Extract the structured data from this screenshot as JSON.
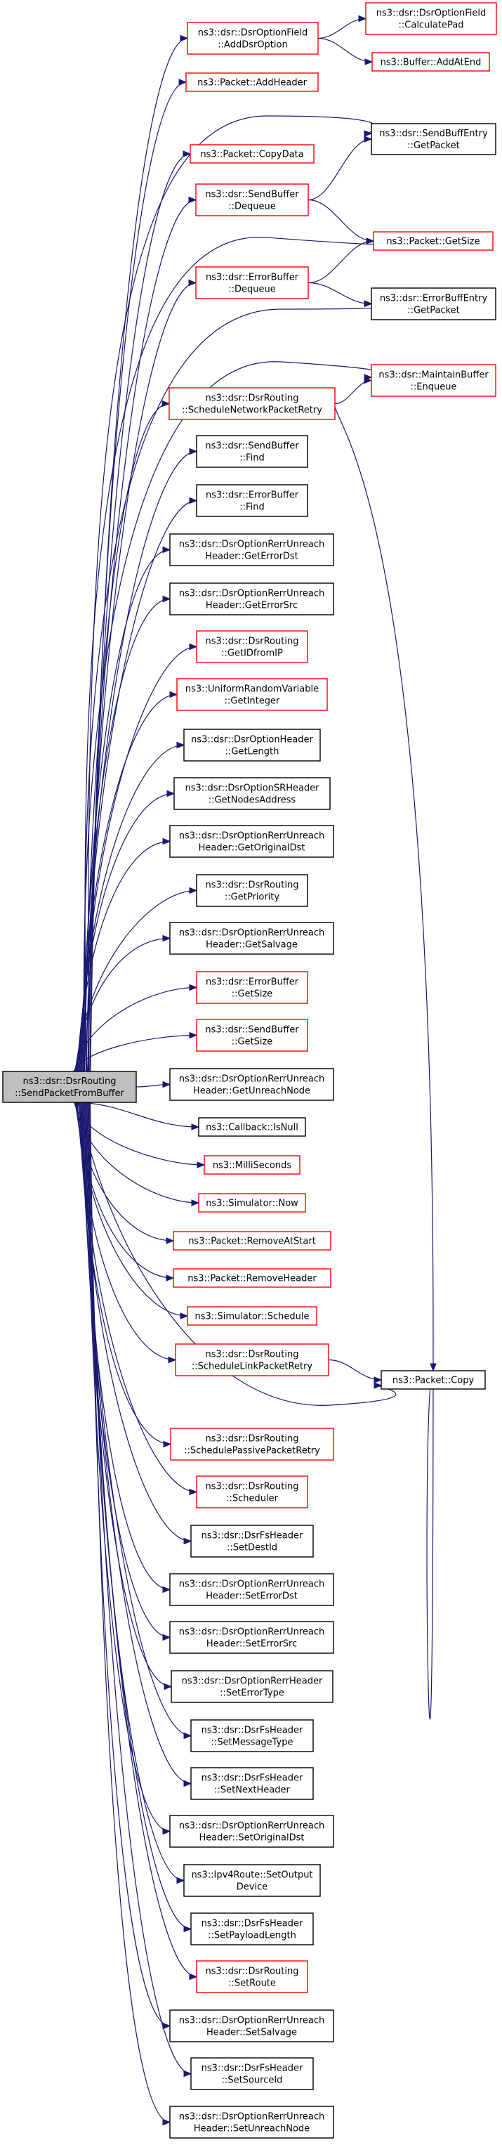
{
  "graph": {
    "root": {
      "id": "root",
      "lines": [
        "ns3::dsr::DsrRouting",
        "::SendPacketFromBuffer"
      ]
    },
    "nodes": [
      {
        "id": "AddDsrOption",
        "lines": [
          "ns3::dsr::DsrOptionField",
          "::AddDsrOption"
        ],
        "border": "red"
      },
      {
        "id": "CalculatePad",
        "lines": [
          "ns3::dsr::DsrOptionField",
          "::CalculatePad"
        ],
        "border": "red"
      },
      {
        "id": "AddAtEnd",
        "lines": [
          "ns3::Buffer::AddAtEnd"
        ],
        "border": "red"
      },
      {
        "id": "AddHeader",
        "lines": [
          "ns3::Packet::AddHeader"
        ],
        "border": "red"
      },
      {
        "id": "SBE_GetPacket",
        "lines": [
          "ns3::dsr::SendBuffEntry",
          "::GetPacket"
        ],
        "border": "black"
      },
      {
        "id": "CopyData",
        "lines": [
          "ns3::Packet::CopyData"
        ],
        "border": "red"
      },
      {
        "id": "SB_Dequeue",
        "lines": [
          "ns3::dsr::SendBuffer",
          "::Dequeue"
        ],
        "border": "red"
      },
      {
        "id": "Pkt_GetSize",
        "lines": [
          "ns3::Packet::GetSize"
        ],
        "border": "red"
      },
      {
        "id": "EB_Dequeue",
        "lines": [
          "ns3::dsr::ErrorBuffer",
          "::Dequeue"
        ],
        "border": "red"
      },
      {
        "id": "EBE_GetPacket",
        "lines": [
          "ns3::dsr::ErrorBuffEntry",
          "::GetPacket"
        ],
        "border": "black"
      },
      {
        "id": "MB_Enqueue",
        "lines": [
          "ns3::dsr::MaintainBuffer",
          "::Enqueue"
        ],
        "border": "red"
      },
      {
        "id": "SchedNetRetry",
        "lines": [
          "ns3::dsr::DsrRouting",
          "::ScheduleNetworkPacketRetry"
        ],
        "border": "red"
      },
      {
        "id": "SB_Find",
        "lines": [
          "ns3::dsr::SendBuffer",
          "::Find"
        ],
        "border": "black"
      },
      {
        "id": "EB_Find",
        "lines": [
          "ns3::dsr::ErrorBuffer",
          "::Find"
        ],
        "border": "black"
      },
      {
        "id": "GetErrorDst",
        "lines": [
          "ns3::dsr::DsrOptionRerrUnreach",
          "Header::GetErrorDst"
        ],
        "border": "black"
      },
      {
        "id": "GetErrorSrc",
        "lines": [
          "ns3::dsr::DsrOptionRerrUnreach",
          "Header::GetErrorSrc"
        ],
        "border": "black"
      },
      {
        "id": "GetIDfromIP",
        "lines": [
          "ns3::dsr::DsrRouting",
          "::GetIDfromIP"
        ],
        "border": "red"
      },
      {
        "id": "GetInteger",
        "lines": [
          "ns3::UniformRandomVariable",
          "::GetInteger"
        ],
        "border": "red"
      },
      {
        "id": "GetLength",
        "lines": [
          "ns3::dsr::DsrOptionHeader",
          "::GetLength"
        ],
        "border": "black"
      },
      {
        "id": "GetNodesAddress",
        "lines": [
          "ns3::dsr::DsrOptionSRHeader",
          "::GetNodesAddress"
        ],
        "border": "black"
      },
      {
        "id": "GetOriginalDst",
        "lines": [
          "ns3::dsr::DsrOptionRerrUnreach",
          "Header::GetOriginalDst"
        ],
        "border": "black"
      },
      {
        "id": "GetPriority",
        "lines": [
          "ns3::dsr::DsrRouting",
          "::GetPriority"
        ],
        "border": "black"
      },
      {
        "id": "GetSalvage",
        "lines": [
          "ns3::dsr::DsrOptionRerrUnreach",
          "Header::GetSalvage"
        ],
        "border": "black"
      },
      {
        "id": "EB_GetSize",
        "lines": [
          "ns3::dsr::ErrorBuffer",
          "::GetSize"
        ],
        "border": "red"
      },
      {
        "id": "SB_GetSize",
        "lines": [
          "ns3::dsr::SendBuffer",
          "::GetSize"
        ],
        "border": "red"
      },
      {
        "id": "GetUnreachNode",
        "lines": [
          "ns3::dsr::DsrOptionRerrUnreach",
          "Header::GetUnreachNode"
        ],
        "border": "black"
      },
      {
        "id": "IsNull",
        "lines": [
          "ns3::Callback::IsNull"
        ],
        "border": "black"
      },
      {
        "id": "MilliSeconds",
        "lines": [
          "ns3::MilliSeconds"
        ],
        "border": "red"
      },
      {
        "id": "Now",
        "lines": [
          "ns3::Simulator::Now"
        ],
        "border": "red"
      },
      {
        "id": "RemoveAtStart",
        "lines": [
          "ns3::Packet::RemoveAtStart"
        ],
        "border": "red"
      },
      {
        "id": "RemoveHeader",
        "lines": [
          "ns3::Packet::RemoveHeader"
        ],
        "border": "red"
      },
      {
        "id": "SimSchedule",
        "lines": [
          "ns3::Simulator::Schedule"
        ],
        "border": "red"
      },
      {
        "id": "SchedLinkRetry",
        "lines": [
          "ns3::dsr::DsrRouting",
          "::ScheduleLinkPacketRetry"
        ],
        "border": "red"
      },
      {
        "id": "Pkt_Copy",
        "lines": [
          "ns3::Packet::Copy"
        ],
        "border": "black"
      },
      {
        "id": "SchedPassiveRetry",
        "lines": [
          "ns3::dsr::DsrRouting",
          "::SchedulePassivePacketRetry"
        ],
        "border": "red"
      },
      {
        "id": "Scheduler",
        "lines": [
          "ns3::dsr::DsrRouting",
          "::Scheduler"
        ],
        "border": "red"
      },
      {
        "id": "SetDestId",
        "lines": [
          "ns3::dsr::DsrFsHeader",
          "::SetDestId"
        ],
        "border": "black"
      },
      {
        "id": "SetErrorDst",
        "lines": [
          "ns3::dsr::DsrOptionRerrUnreach",
          "Header::SetErrorDst"
        ],
        "border": "black"
      },
      {
        "id": "SetErrorSrc",
        "lines": [
          "ns3::dsr::DsrOptionRerrUnreach",
          "Header::SetErrorSrc"
        ],
        "border": "black"
      },
      {
        "id": "SetErrorType",
        "lines": [
          "ns3::dsr::DsrOptionRerrHeader",
          "::SetErrorType"
        ],
        "border": "black"
      },
      {
        "id": "SetMessageType",
        "lines": [
          "ns3::dsr::DsrFsHeader",
          "::SetMessageType"
        ],
        "border": "black"
      },
      {
        "id": "SetNextHeader",
        "lines": [
          "ns3::dsr::DsrFsHeader",
          "::SetNextHeader"
        ],
        "border": "black"
      },
      {
        "id": "SetOriginalDst",
        "lines": [
          "ns3::dsr::DsrOptionRerrUnreach",
          "Header::SetOriginalDst"
        ],
        "border": "black"
      },
      {
        "id": "SetOutputDevice",
        "lines": [
          "ns3::Ipv4Route::SetOutput",
          "Device"
        ],
        "border": "black"
      },
      {
        "id": "SetPayloadLength",
        "lines": [
          "ns3::dsr::DsrFsHeader",
          "::SetPayloadLength"
        ],
        "border": "black"
      },
      {
        "id": "SetRoute",
        "lines": [
          "ns3::dsr::DsrRouting",
          "::SetRoute"
        ],
        "border": "red"
      },
      {
        "id": "SetSalvage",
        "lines": [
          "ns3::dsr::DsrOptionRerrUnreach",
          "Header::SetSalvage"
        ],
        "border": "black"
      },
      {
        "id": "SetSourceId",
        "lines": [
          "ns3::dsr::DsrFsHeader",
          "::SetSourceId"
        ],
        "border": "black"
      },
      {
        "id": "SetUnreachNode",
        "lines": [
          "ns3::dsr::DsrOptionRerrUnreach",
          "Header::SetUnreachNode"
        ],
        "border": "black"
      }
    ],
    "edges": [
      [
        "root",
        "AddDsrOption"
      ],
      [
        "root",
        "AddHeader"
      ],
      [
        "root",
        "SBE_GetPacket"
      ],
      [
        "root",
        "CopyData"
      ],
      [
        "root",
        "SB_Dequeue"
      ],
      [
        "root",
        "Pkt_GetSize"
      ],
      [
        "root",
        "EB_Dequeue"
      ],
      [
        "root",
        "EBE_GetPacket"
      ],
      [
        "root",
        "MB_Enqueue"
      ],
      [
        "root",
        "SchedNetRetry"
      ],
      [
        "root",
        "SB_Find"
      ],
      [
        "root",
        "EB_Find"
      ],
      [
        "root",
        "GetErrorDst"
      ],
      [
        "root",
        "GetErrorSrc"
      ],
      [
        "root",
        "GetIDfromIP"
      ],
      [
        "root",
        "GetInteger"
      ],
      [
        "root",
        "GetLength"
      ],
      [
        "root",
        "GetNodesAddress"
      ],
      [
        "root",
        "GetOriginalDst"
      ],
      [
        "root",
        "GetPriority"
      ],
      [
        "root",
        "GetSalvage"
      ],
      [
        "root",
        "EB_GetSize"
      ],
      [
        "root",
        "SB_GetSize"
      ],
      [
        "root",
        "GetUnreachNode"
      ],
      [
        "root",
        "IsNull"
      ],
      [
        "root",
        "MilliSeconds"
      ],
      [
        "root",
        "Now"
      ],
      [
        "root",
        "RemoveAtStart"
      ],
      [
        "root",
        "RemoveHeader"
      ],
      [
        "root",
        "SimSchedule"
      ],
      [
        "root",
        "SchedLinkRetry"
      ],
      [
        "root",
        "Pkt_Copy"
      ],
      [
        "root",
        "SchedPassiveRetry"
      ],
      [
        "root",
        "Scheduler"
      ],
      [
        "root",
        "SetDestId"
      ],
      [
        "root",
        "SetErrorDst"
      ],
      [
        "root",
        "SetErrorSrc"
      ],
      [
        "root",
        "SetErrorType"
      ],
      [
        "root",
        "SetMessageType"
      ],
      [
        "root",
        "SetNextHeader"
      ],
      [
        "root",
        "SetOriginalDst"
      ],
      [
        "root",
        "SetOutputDevice"
      ],
      [
        "root",
        "SetPayloadLength"
      ],
      [
        "root",
        "SetRoute"
      ],
      [
        "root",
        "SetSalvage"
      ],
      [
        "root",
        "SetSourceId"
      ],
      [
        "root",
        "SetUnreachNode"
      ],
      [
        "AddDsrOption",
        "CalculatePad"
      ],
      [
        "AddDsrOption",
        "AddAtEnd"
      ],
      [
        "SB_Dequeue",
        "SBE_GetPacket"
      ],
      [
        "SB_Dequeue",
        "Pkt_GetSize"
      ],
      [
        "EB_Dequeue",
        "Pkt_GetSize"
      ],
      [
        "EB_Dequeue",
        "EBE_GetPacket"
      ],
      [
        "SchedNetRetry",
        "MB_Enqueue"
      ],
      [
        "SchedNetRetry",
        "Pkt_Copy"
      ],
      [
        "SchedLinkRetry",
        "Pkt_Copy"
      ]
    ]
  }
}
